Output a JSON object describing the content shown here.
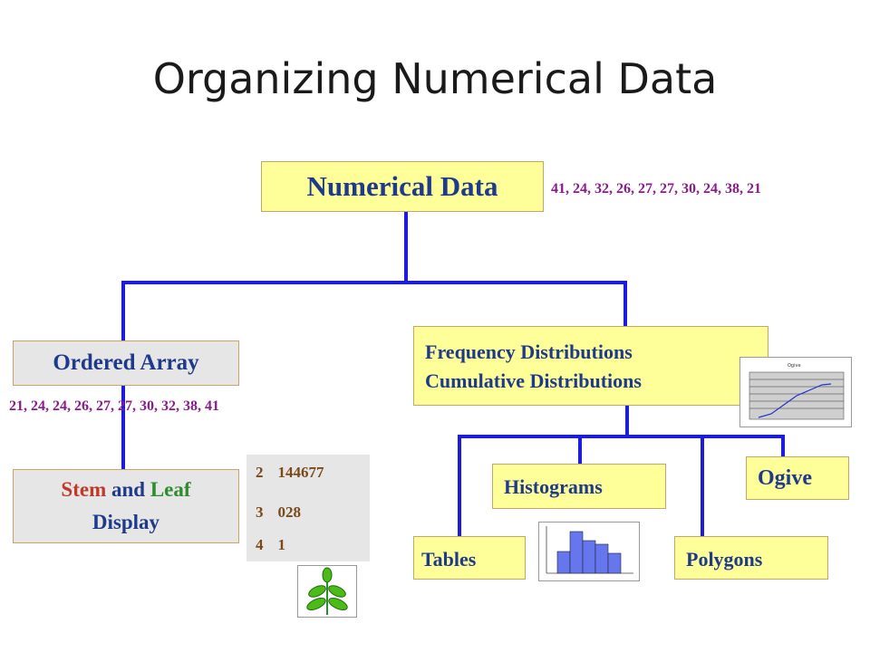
{
  "title": "Organizing Numerical Data",
  "root": {
    "label": "Numerical Data",
    "data": "41, 24, 32, 26, 27, 27, 30, 24, 38, 21"
  },
  "ordered": {
    "label": "Ordered Array",
    "data": "21, 24, 24, 26, 27, 27, 30, 32, 38, 41"
  },
  "freq": {
    "line1": "Frequency Distributions",
    "line2": "Cumulative Distributions"
  },
  "stem": {
    "stem": "Stem",
    "and": "and",
    "leaf": "Leaf",
    "display": "Display"
  },
  "stem_plot": [
    {
      "stem": "2",
      "leaves": "144677"
    },
    {
      "stem": "3",
      "leaves": "028"
    },
    {
      "stem": "4",
      "leaves": "1"
    }
  ],
  "leaves": {
    "tables": "Tables",
    "histograms": "Histograms",
    "polygons": "Polygons",
    "ogive": "Ogive"
  },
  "colors": {
    "yellow": "#ffff99",
    "grey": "#e6e6e6",
    "connector": "#1c1cdc",
    "purple": "#8b1a8b",
    "stem_red": "#c0392b",
    "leaf_green": "#2e8b2e"
  },
  "icons": {
    "plant": "plant-icon",
    "ogive_thumb": "ogive-chart-thumbnail",
    "hist_thumb": "histogram-chart-thumbnail"
  }
}
